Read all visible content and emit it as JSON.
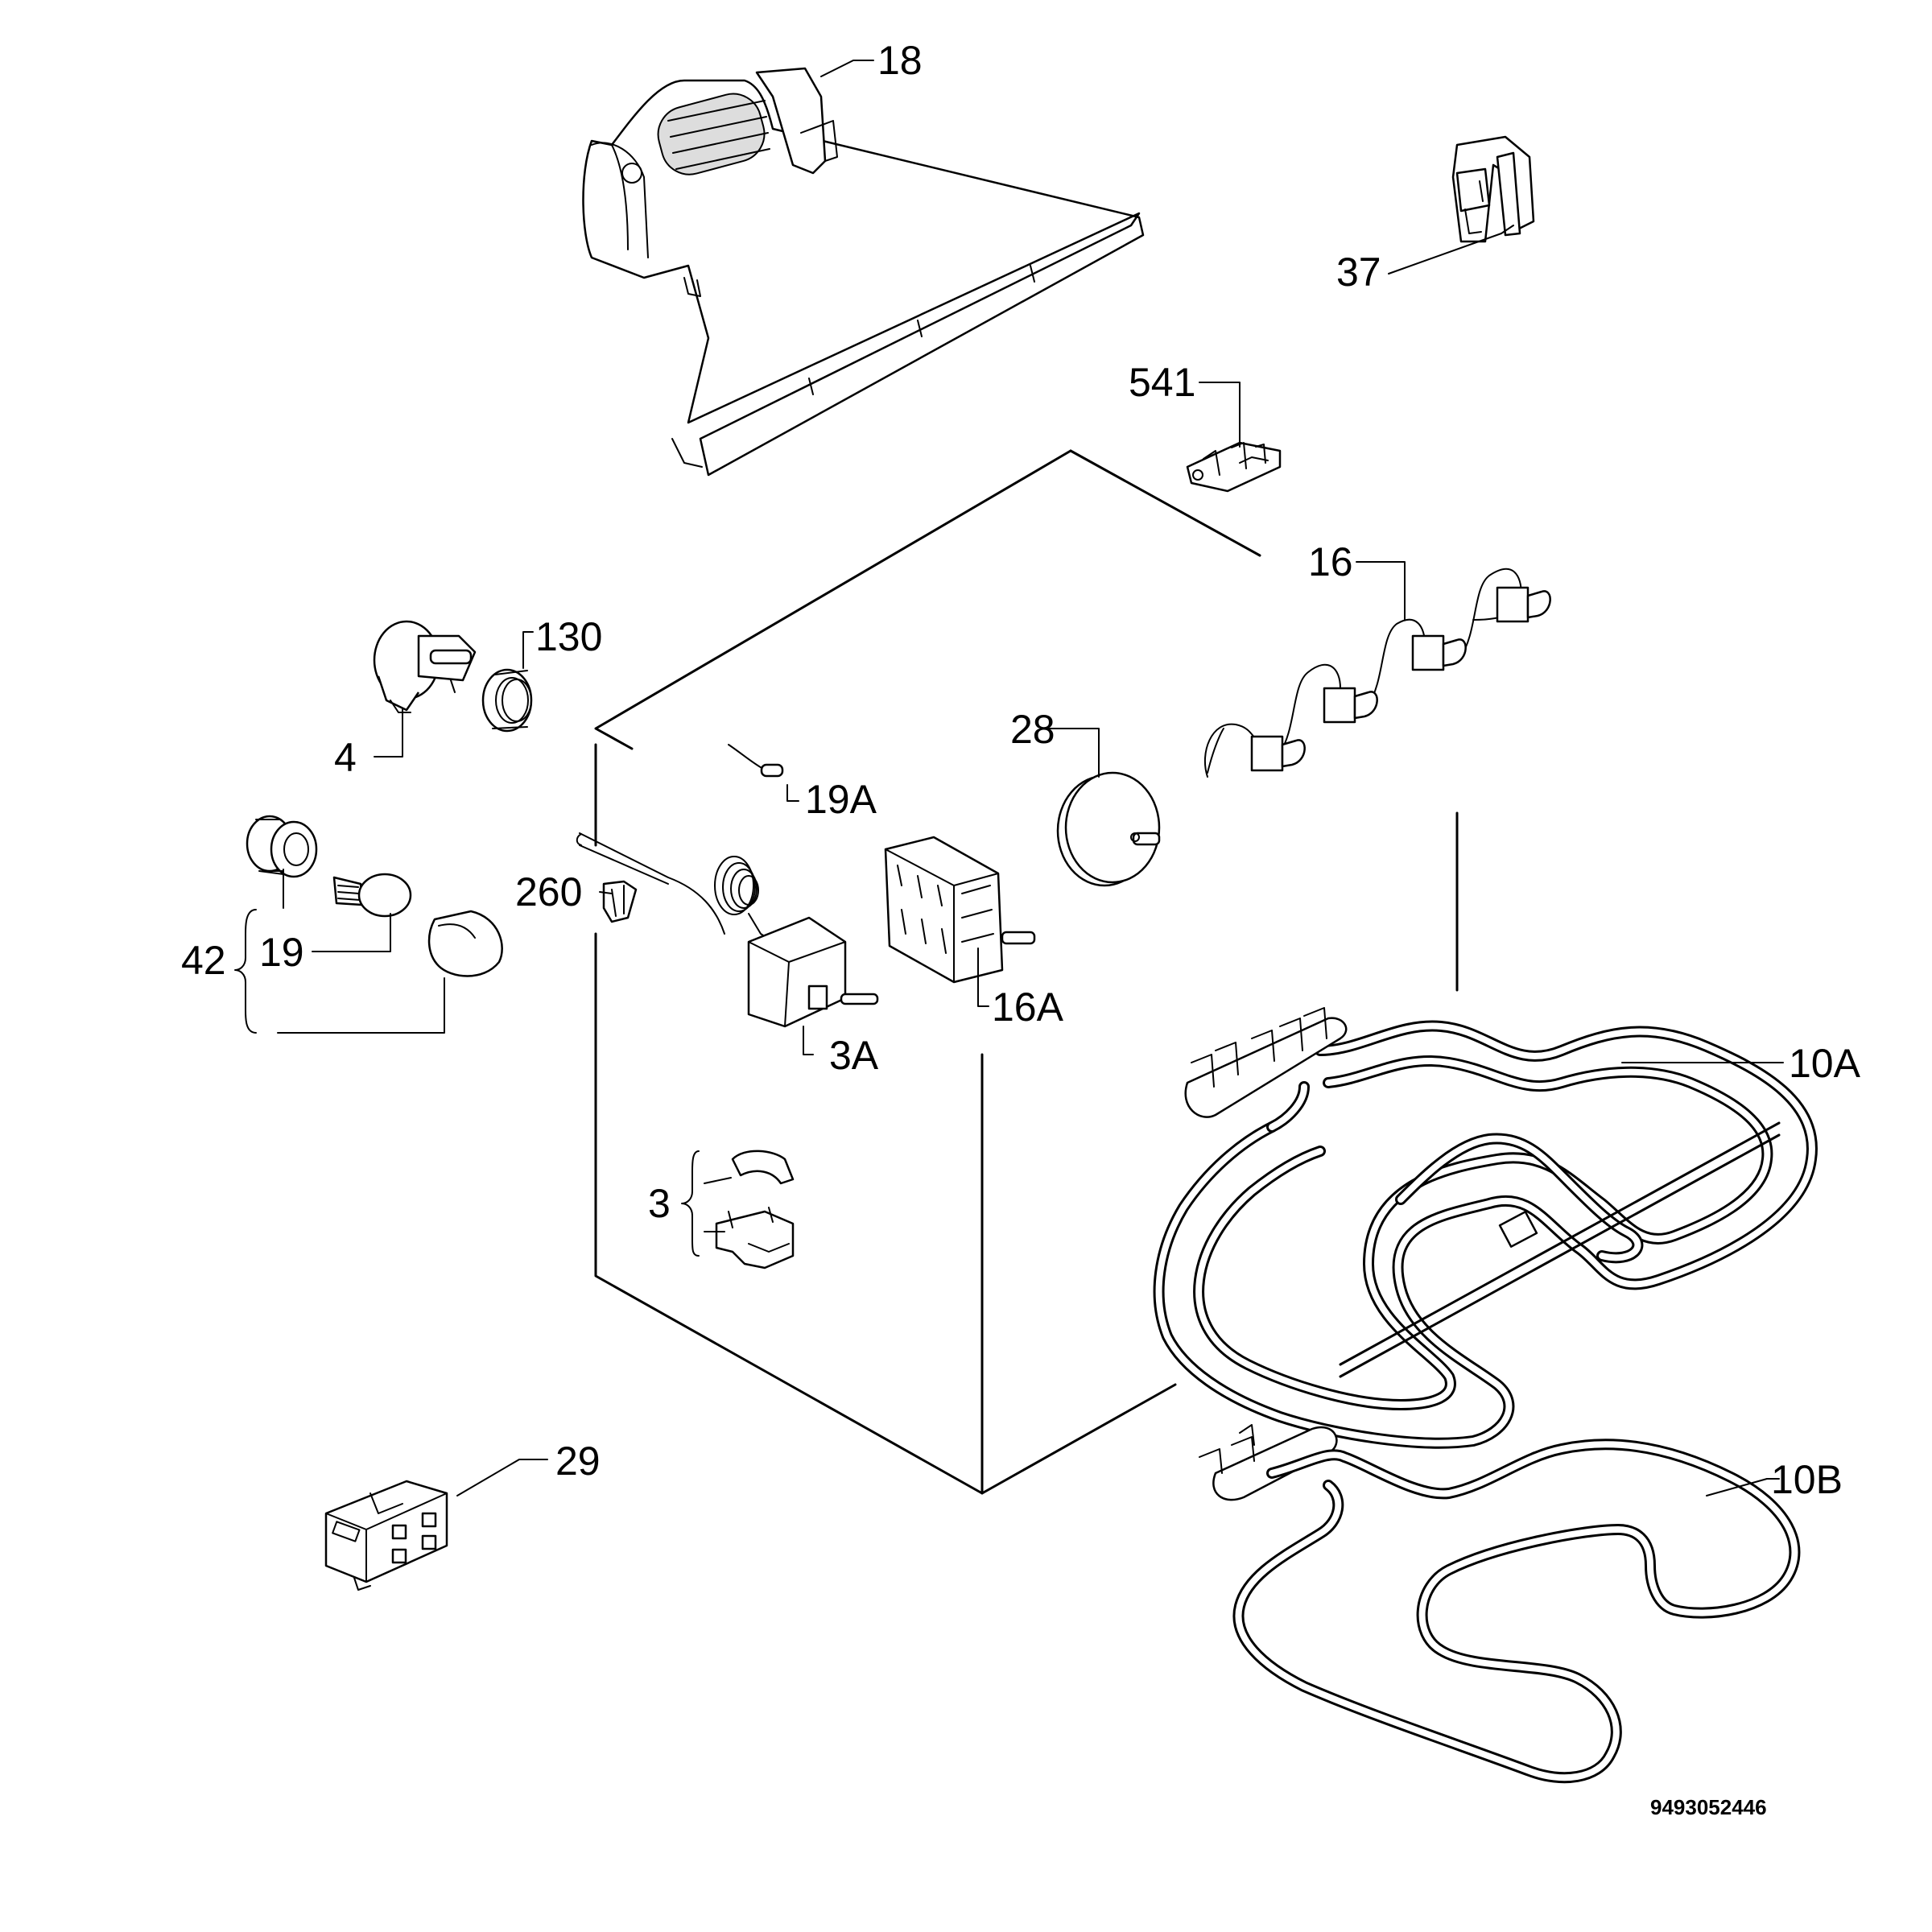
{
  "labels": {
    "p18": "18",
    "p37": "37",
    "p541": "541",
    "p16": "16",
    "p130": "130",
    "p4": "4",
    "p28": "28",
    "p19a": "19A",
    "p260": "260",
    "p42": "42",
    "p19": "19",
    "p16a": "16A",
    "p3a": "3A",
    "p10a": "10A",
    "p3": "3",
    "p29": "29",
    "p10b": "10B"
  },
  "document_number": "9493052446"
}
